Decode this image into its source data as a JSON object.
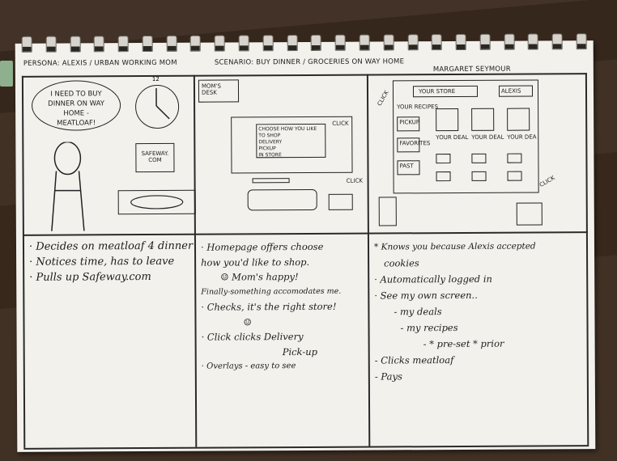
{
  "header": {
    "persona": "PERSONA: ALEXIS / URBAN WORKING MOM",
    "scenario": "SCENARIO: BUY DINNER / GROCERIES ON WAY HOME",
    "author": "MARGARET SEYMOUR"
  },
  "panel1": {
    "speech": "I NEED TO BUY DINNER ON WAY HOME - MEATLOAF!",
    "clock_label": "12",
    "screen_text": "SAFEWAY. COM",
    "notes": [
      "· Decides on meatloaf 4 dinner",
      "· Notices time, has to leave",
      "· Pulls up Safeway.com"
    ]
  },
  "panel2": {
    "label": "MOM'S DESK",
    "dialog_title": "CHOOSE HOW YOU LIKE TO SHOP",
    "dialog_sub": "IN STORE",
    "options": [
      "DELIVERY",
      "PICKUP",
      "IN STORE"
    ],
    "click1": "click",
    "click2": "click",
    "notes": [
      "· Homepage offers choose",
      "how you'd like to shop.",
      "☺ Mom's happy!",
      "Finally-something accomodates me.",
      "· Checks, it's the right store!",
      "☺",
      "· Click clicks Delivery",
      "Pick-up",
      "· Overlays - easy to see"
    ]
  },
  "panel3": {
    "store_label": "YOUR STORE",
    "account_label": "ALEXIS",
    "click1": "click",
    "click2": "click",
    "sidebar": [
      "YOUR RECIPES",
      "PICKUP",
      "Favorites",
      "Past"
    ],
    "deal_labels": [
      "YOUR DEAL",
      "YOUR DEAL",
      "YOUR DEA"
    ],
    "notes": [
      "* Knows you because Alexis accepted",
      "cookies",
      "· Automatically logged in",
      "· See my own screen..",
      "- my deals",
      "- my recipes",
      "- * pre-set * prior",
      "- Clicks meatloaf",
      "- Pays"
    ]
  }
}
